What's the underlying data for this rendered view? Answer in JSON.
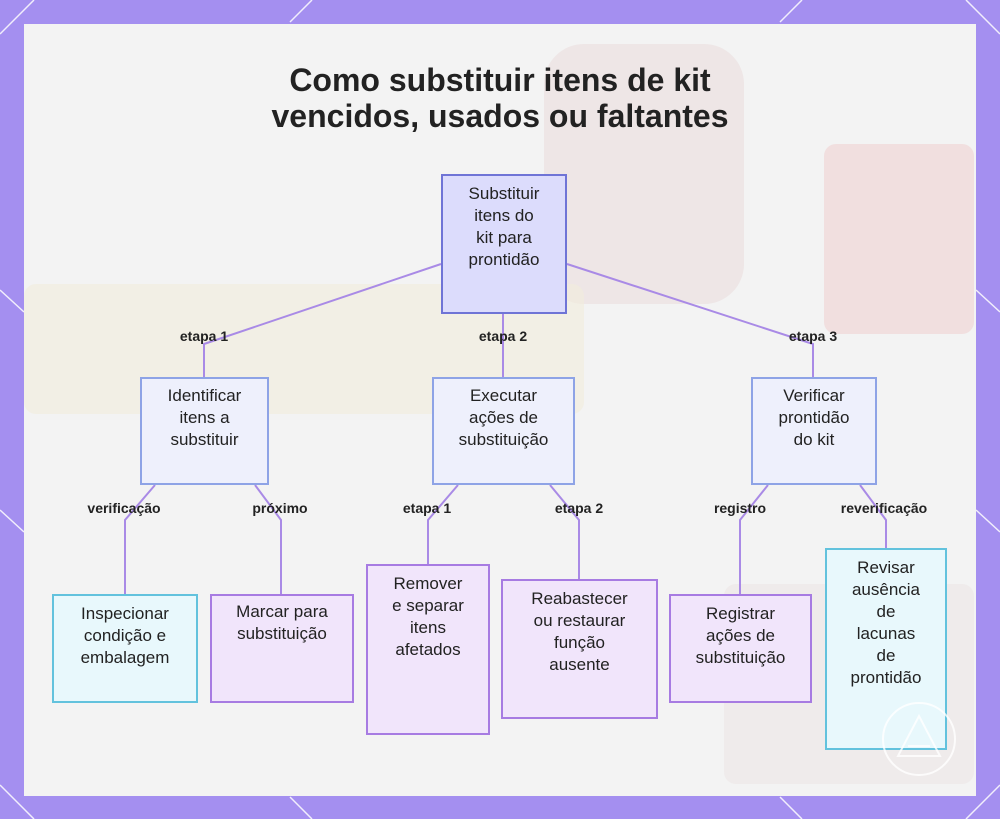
{
  "title": {
    "line1": "Como substituir itens de kit",
    "line2": "vencidos, usados ou faltantes"
  },
  "nodes": {
    "root": "Substituir\nitens do\nkit para\nprontidão",
    "identify": "Identificar\nitens a\nsubstituir",
    "execute": "Executar\nações de\nsubstituição",
    "verify": "Verificar\nprontidão\ndo kit",
    "inspect": "Inspecionar\ncondição e\nembalagem",
    "mark": "Marcar para\nsubstituição",
    "remove": "Remover\ne separar\nitens\nafetados",
    "restock": "Reabastecer\nou restaurar\nfunção\nausente",
    "record": "Registrar\nações de\nsubstituição",
    "review": "Revisar\nausência\nde\nlacunas\nde\nprontidão"
  },
  "edge_labels": {
    "root_identify": "etapa 1",
    "root_execute": "etapa 2",
    "root_verify": "etapa 3",
    "identify_inspect": "verificação",
    "identify_mark": "próximo",
    "execute_remove": "etapa 1",
    "execute_restock": "etapa 2",
    "verify_record": "registro",
    "verify_review": "reverificação"
  },
  "colors": {
    "frame": "#a48ff0",
    "root_fill": "#dcdcfc",
    "mid_fill": "#eef0fc",
    "cyan_fill": "#e8f8fc",
    "purple_fill": "#f1e5fb",
    "connector": "#a98ae6"
  }
}
